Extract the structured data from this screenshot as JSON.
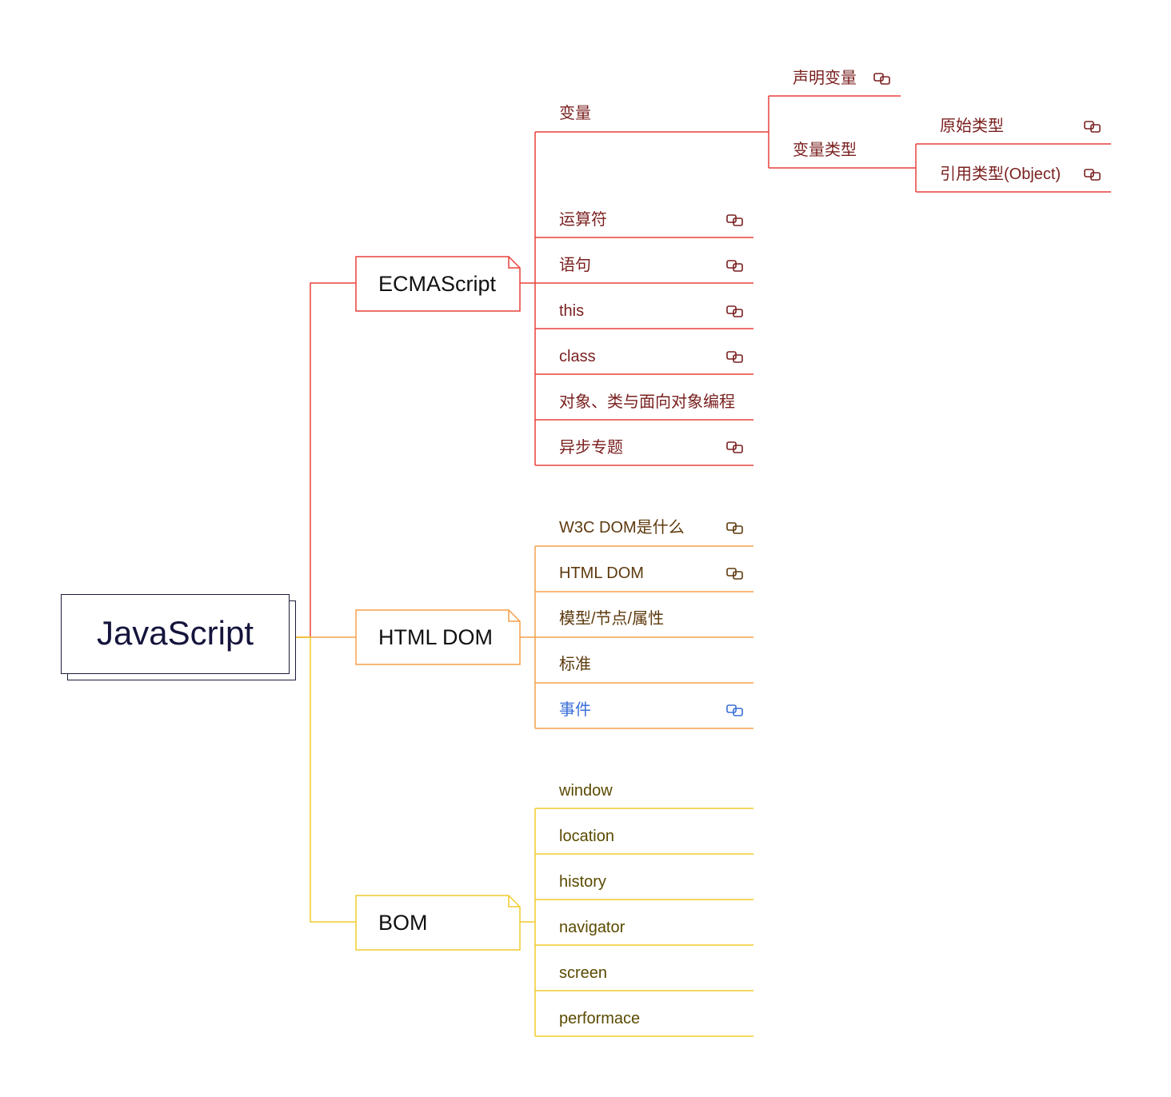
{
  "root": {
    "label": "JavaScript"
  },
  "colors": {
    "ecma": "#e8413c",
    "dom": "#f5a04a",
    "bom": "#f0cc2c",
    "root_border": "#1c1c3c",
    "link_blue": "#3a6fd8"
  },
  "ecma": {
    "label": "ECMAScript",
    "variable": {
      "label": "变量",
      "declare": "声明变量",
      "types": {
        "label": "变量类型",
        "primitive": "原始类型",
        "reference": "引用类型(Object)"
      }
    },
    "items": [
      "运算符",
      "语句",
      "this",
      "class",
      "对象、类与面向对象编程",
      "异步专题"
    ]
  },
  "dom": {
    "label": "HTML DOM",
    "items": [
      "W3C DOM是什么",
      "HTML DOM",
      "模型/节点/属性",
      "标准",
      "事件"
    ]
  },
  "bom": {
    "label": "BOM",
    "items": [
      "window",
      "location",
      "history",
      "navigator",
      "screen",
      "performace"
    ]
  },
  "icons": {
    "link": "link-icon"
  }
}
